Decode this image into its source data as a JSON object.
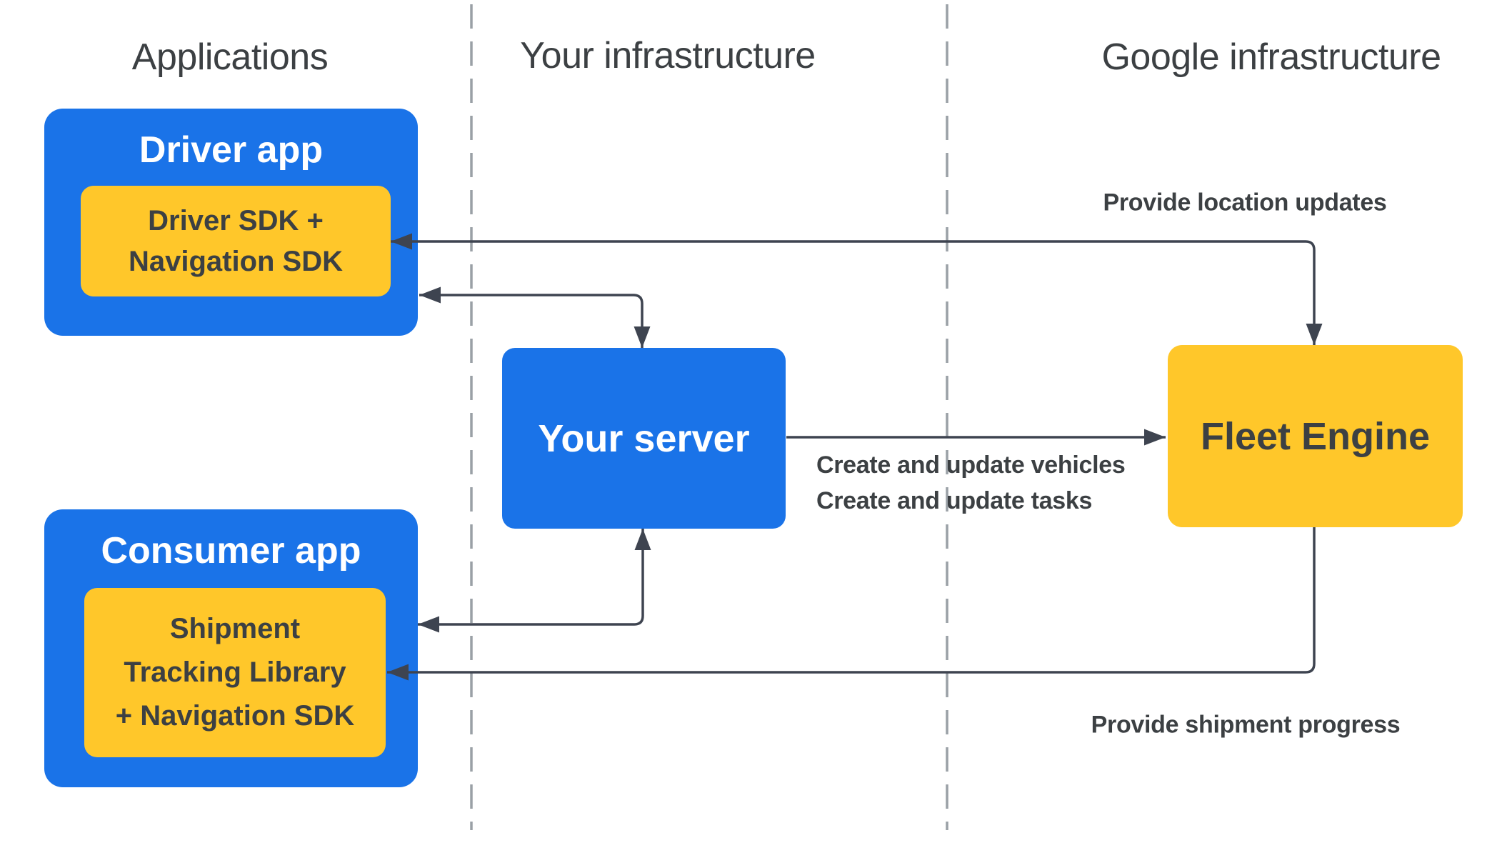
{
  "diagram": {
    "columns": [
      {
        "label": "Applications"
      },
      {
        "label": "Your infrastructure"
      },
      {
        "label": "Google infrastructure"
      }
    ],
    "nodes": {
      "driver_app": {
        "title": "Driver app",
        "sdk_lines": [
          "Driver SDK +",
          "Navigation SDK"
        ]
      },
      "consumer_app": {
        "title": "Consumer app",
        "sdk_lines": [
          "Shipment",
          "Tracking Library",
          "+ Navigation SDK"
        ]
      },
      "your_server": {
        "title": "Your server"
      },
      "fleet_engine": {
        "title": "Fleet Engine"
      }
    },
    "edge_labels": {
      "provide_location_updates": "Provide location updates",
      "create_update_lines": [
        "Create and update vehicles",
        "Create and update tasks"
      ],
      "provide_shipment_progress": "Provide shipment progress"
    }
  },
  "colors": {
    "blue": "#1a73e8",
    "yellow": "#ffc72a",
    "ink": "#3c4043",
    "arrow": "#3e4450",
    "dash": "#9aa0a6",
    "white": "#ffffff",
    "bg": "#ffffff"
  }
}
